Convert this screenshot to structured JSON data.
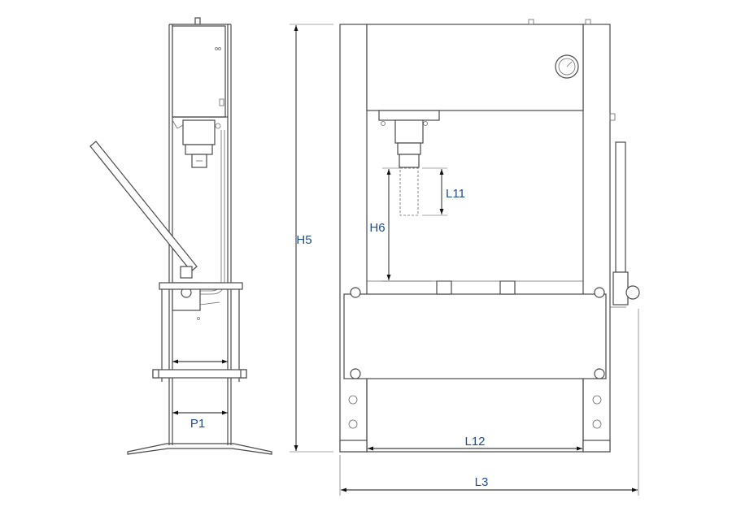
{
  "dimensions": {
    "h5": "H5",
    "h6": "H6",
    "l11": "L11",
    "l12": "L12",
    "l3": "L3",
    "p1": "P1"
  },
  "colors": {
    "label": "#1f4e8c",
    "line": "#4a4a4a",
    "dimension": "#111111"
  },
  "icons": {
    "gauge": "pressure-gauge-icon"
  }
}
